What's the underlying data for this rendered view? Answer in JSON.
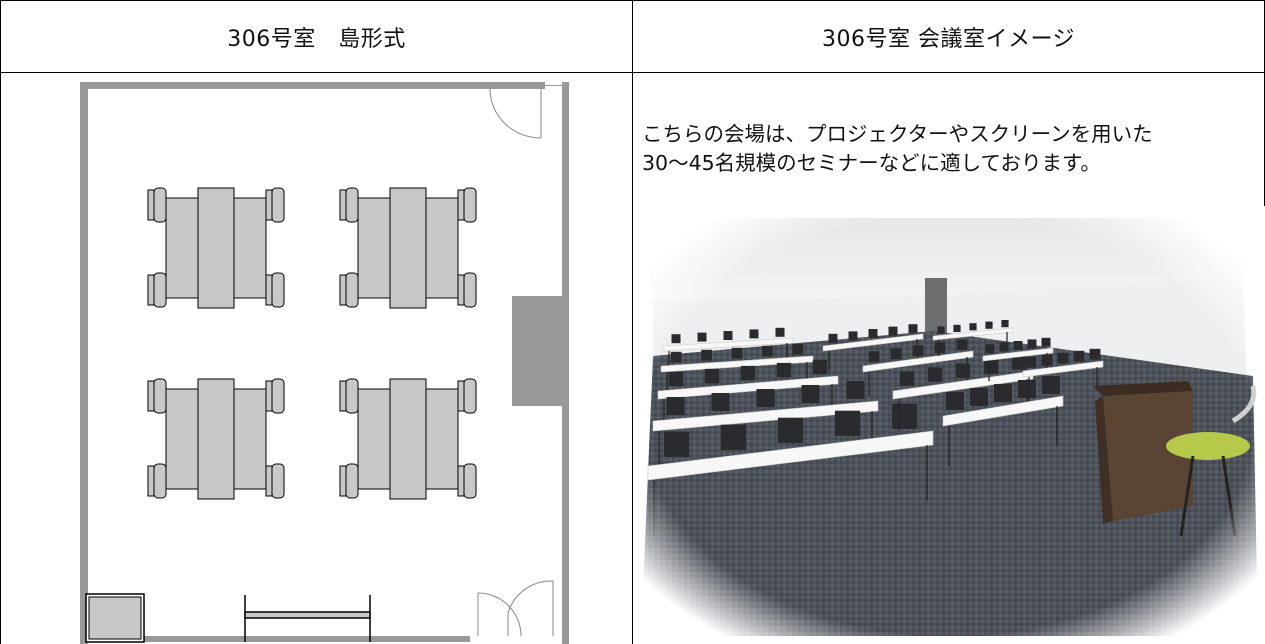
{
  "headers": {
    "left": "306号室　島形式",
    "right": "306号室 会議室イメージ"
  },
  "description": {
    "line1": "こちらの会場は、プロジェクターやスクリーンを用いた",
    "line2": "30〜45名規模のセミナーなどに適しております。"
  },
  "icons": {
    "layout": "floor-plan-diagram",
    "photo": "conference-room-photo"
  },
  "colors": {
    "wall": "#999999",
    "table": "#c8c8c8",
    "carpet": "#4a4e56",
    "room_wall": "#eceded",
    "lectern": "#5a4434",
    "stool_seat": "#b7c94a"
  }
}
